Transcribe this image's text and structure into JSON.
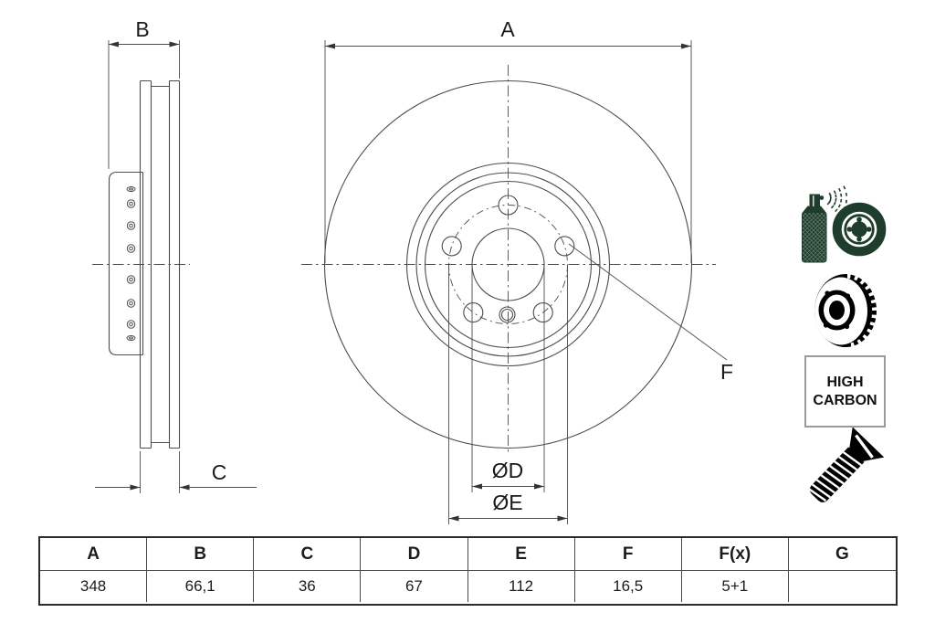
{
  "drawing": {
    "dimension_labels": {
      "A": "A",
      "B": "B",
      "C": "C",
      "D": "ØD",
      "E": "ØE",
      "F": "F"
    },
    "line_color": "#4d4d4d",
    "text_color": "#1a1a1a"
  },
  "badges": {
    "high_carbon": {
      "line1": "HIGH",
      "line2": "CARBON"
    },
    "coating_icon_color": "#1f3d2c",
    "disc_icon_color": "#000000"
  },
  "table": {
    "headers": [
      "A",
      "B",
      "C",
      "D",
      "E",
      "F",
      "F(x)",
      "G"
    ],
    "values": [
      "348",
      "66,1",
      "36",
      "67",
      "112",
      "16,5",
      "5+1",
      ""
    ]
  }
}
